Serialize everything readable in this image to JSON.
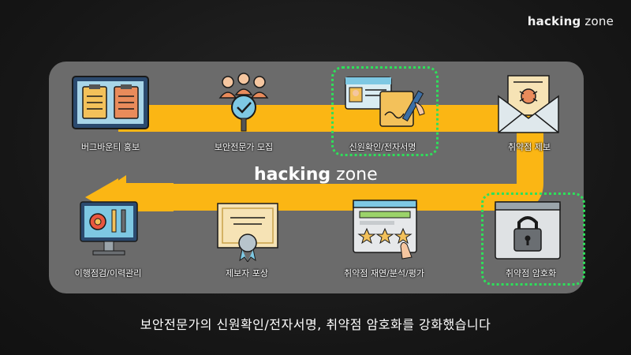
{
  "brand": {
    "bold": "hacking",
    "light": "zone"
  },
  "steps": [
    {
      "label": "버그바운티 홍보"
    },
    {
      "label": "보안전문가 모집"
    },
    {
      "label": "신원확인/전자서명"
    },
    {
      "label": "취약점 제보"
    },
    {
      "label": "취약점 암호화"
    },
    {
      "label": "취약점 재연/분석/평가"
    },
    {
      "label": "제보자 포상"
    },
    {
      "label": "이행점검/이력관리"
    }
  ],
  "highlighted_steps": [
    "신원확인/전자서명",
    "취약점 암호화"
  ],
  "colors": {
    "flow_arrow": "#fbb614",
    "panel": "#6b6b6b",
    "highlight": "#2ee05a"
  },
  "subtitle": "보안전문가의 신원확인/전자서명, 취약점 암호화를 강화했습니다"
}
